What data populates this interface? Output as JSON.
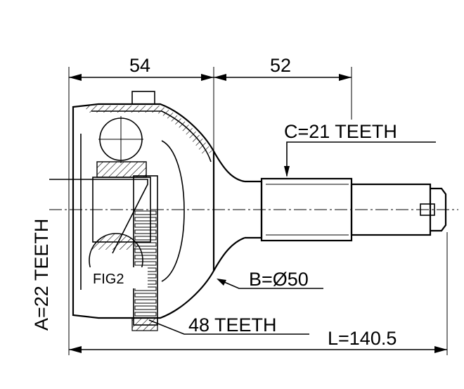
{
  "drawing": {
    "dim_inner_width": "54",
    "dim_shaft_length": "52",
    "spline_c": "C=21 TEETH",
    "spline_a": "A=22 TEETH",
    "figure_ref": "FIG2",
    "diameter_b": "B=Ø50",
    "abs_ring": "48 TEETH",
    "total_length": "L=140.5"
  }
}
